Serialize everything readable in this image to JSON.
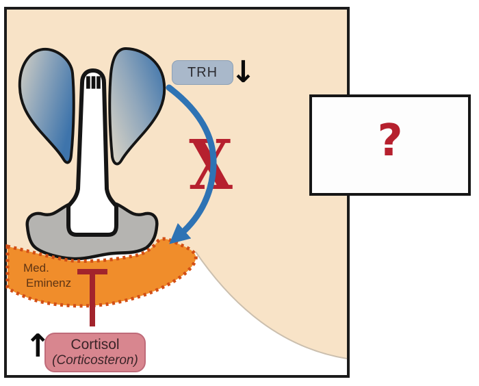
{
  "figure": {
    "region": {
      "background_color": "#f8e3c7"
    },
    "hypothalamus": {
      "third_ventricle_label": "III",
      "nucleus_blue": "#3e74ab",
      "nucleus_light": "#d5d1c5"
    },
    "pituitary": {
      "body_color": "#b5b4b1"
    },
    "trh": {
      "label": "TRH",
      "decrease_arrow": "↓",
      "pill_color": "#a9b8ca"
    },
    "pathway": {
      "blocked_symbol": "X",
      "blocked_color": "#b6202e",
      "arrow_color": "#2e73b4"
    },
    "median_eminence": {
      "label_line1": "Med.",
      "label_line2": "Eminenz",
      "fill_color": "#f08d2b",
      "dot_color": "#d24e15",
      "text_color": "#5e3413"
    },
    "cortisol": {
      "name": "Cortisol",
      "alt_name": "(Corticosteron)",
      "increase_arrow": "↑",
      "box_color": "#d8868f",
      "inhibition_color": "#a2242c"
    },
    "unknown": {
      "symbol": "?",
      "color": "#b6202e"
    }
  }
}
